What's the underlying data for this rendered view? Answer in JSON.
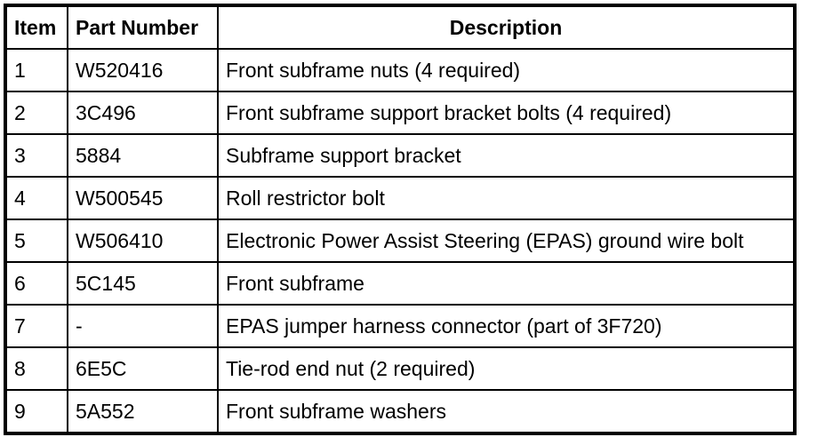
{
  "table": {
    "headers": {
      "item": "Item",
      "part_number": "Part Number",
      "description": "Description"
    },
    "rows": [
      [
        "1",
        "W520416",
        "Front subframe nuts (4 required)"
      ],
      [
        "2",
        "3C496",
        "Front subframe support bracket bolts (4 required)"
      ],
      [
        "3",
        "5884",
        "Subframe support bracket"
      ],
      [
        "4",
        "W500545",
        "Roll restrictor bolt"
      ],
      [
        "5",
        "W506410",
        "Electronic Power Assist Steering (EPAS) ground wire bolt"
      ],
      [
        "6",
        "5C145",
        "Front subframe"
      ],
      [
        "7",
        "-",
        "EPAS jumper harness connector (part of 3F720)"
      ],
      [
        "8",
        "6E5C",
        "Tie-rod end nut (2 required)"
      ],
      [
        "9",
        "5A552",
        "Front subframe washers"
      ]
    ],
    "colors": {
      "border": "#000000",
      "text": "#000000",
      "background": "#ffffff"
    }
  }
}
